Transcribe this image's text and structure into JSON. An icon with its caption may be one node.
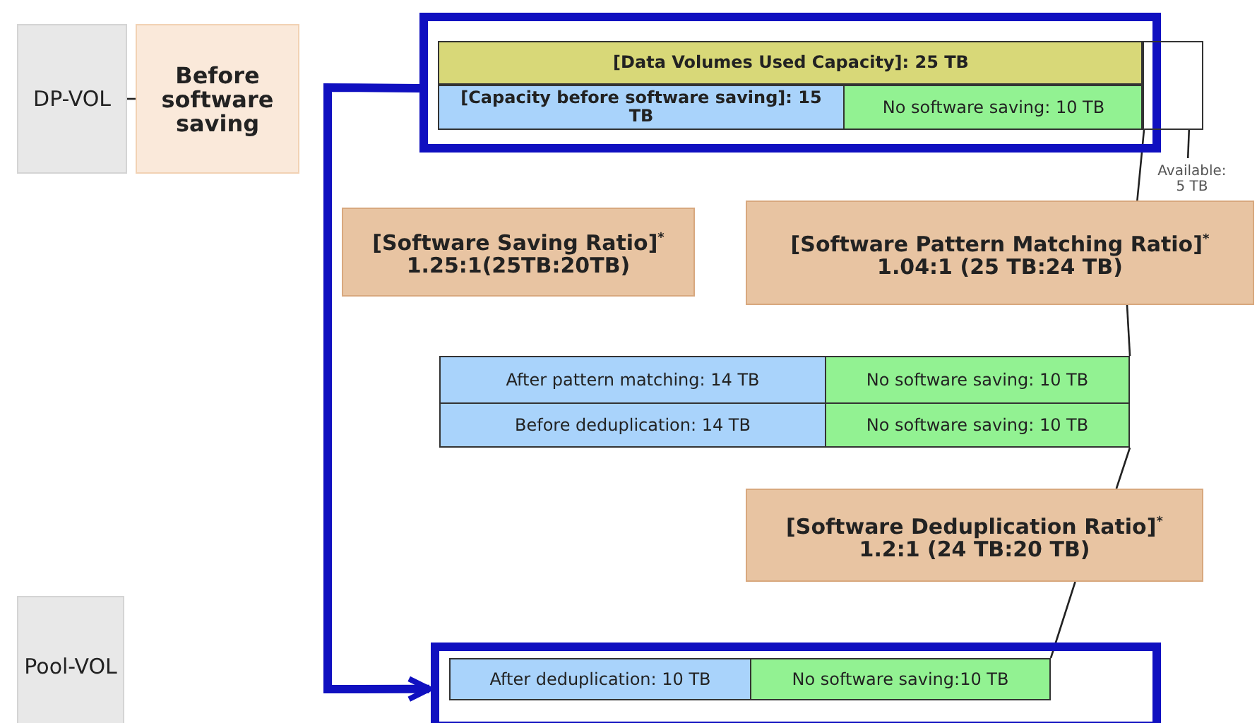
{
  "diagram": {
    "nodes": [
      {
        "text": [
          "DP-VOL"
        ]
      },
      {
        "text": [
          "Before software saving"
        ]
      },
      {
        "text": [],
        "shape": "box"
      },
      {
        "text": [
          "[Data Volumes Used Capacity]: 25 TB"
        ],
        "in": 2
      },
      {
        "text": [
          "[Capacity before software saving]: 15 TB"
        ],
        "in": 2
      },
      {
        "text": [
          "No software saving: 10 TB"
        ],
        "in": 2
      },
      {
        "text": [],
        "shape": "box"
      },
      {
        "text": [
          "Available: 5 TB"
        ]
      },
      {
        "text": [
          "[Software Saving Ratio]$^{*}$",
          "1.25:1(25TB:20TB)"
        ]
      },
      {
        "text": [
          "[Software Pattern Matching Ratio]$^{*}$",
          "1.04:1 (25 TB:24 TB)"
        ]
      },
      {
        "text": [
          "After pattern matching: 14 TB"
        ]
      },
      {
        "text": [
          "No software saving: 10 TB"
        ]
      },
      {
        "text": [
          "Before deduplication: 14 TB"
        ]
      },
      {
        "text": [
          "No software saving: 10 TB"
        ]
      },
      {
        "text": [
          "[Software Deduplication Ratio]$^{*}$",
          "1.2:1 (24 TB:20 TB)"
        ]
      },
      {
        "text": [
          "Pool-VOL"
        ]
      },
      {
        "text": [],
        "shape": "box"
      },
      {
        "text": [
          "After deduplication: 10 TB"
        ],
        "in": 16
      },
      {
        "text": [
          "No software saving:10 TB"
        ],
        "in": 16
      }
    ],
    "edges": [
      {
        "from": 0,
        "to": 1,
        "arrow": "none"
      },
      {
        "from": 2,
        "to": 16,
        "arrow": "to",
        "style": "thick",
        "color": "#1010c0"
      },
      {
        "from": 5,
        "to": 9,
        "arrow": "none"
      },
      {
        "from": 9,
        "to": 11,
        "arrow": "none"
      },
      {
        "from": 13,
        "to": 14,
        "arrow": "none"
      },
      {
        "from": 14,
        "to": 18,
        "arrow": "none"
      },
      {
        "from": 7,
        "to": 6,
        "arrow": "none"
      }
    ]
  }
}
